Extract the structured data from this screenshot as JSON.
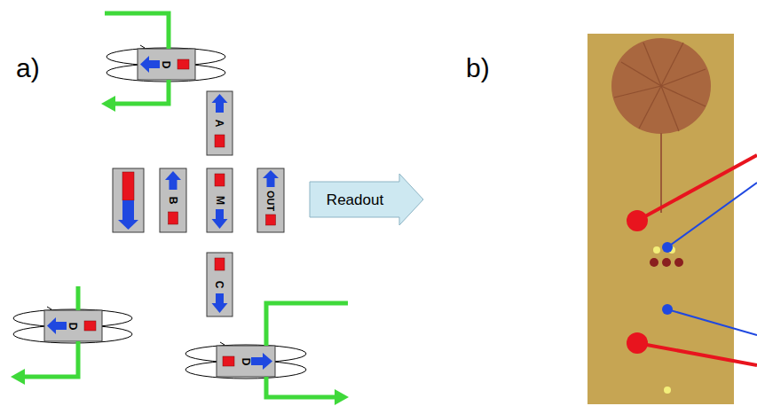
{
  "diagram": {
    "nodes": [
      {
        "text": [
          "D"
        ]
      },
      {
        "text": [
          "A"
        ]
      },
      {
        "text": [
          "B"
        ]
      },
      {
        "text": [
          "M"
        ]
      },
      {
        "text": [
          "OUT"
        ]
      },
      {
        "text": [
          "Readout"
        ]
      },
      {
        "text": [
          "C"
        ]
      },
      {
        "text": [
          "D"
        ]
      },
      {
        "text": [
          "D"
        ]
      }
    ],
    "labels": [
      "a)",
      "b)"
    ]
  }
}
